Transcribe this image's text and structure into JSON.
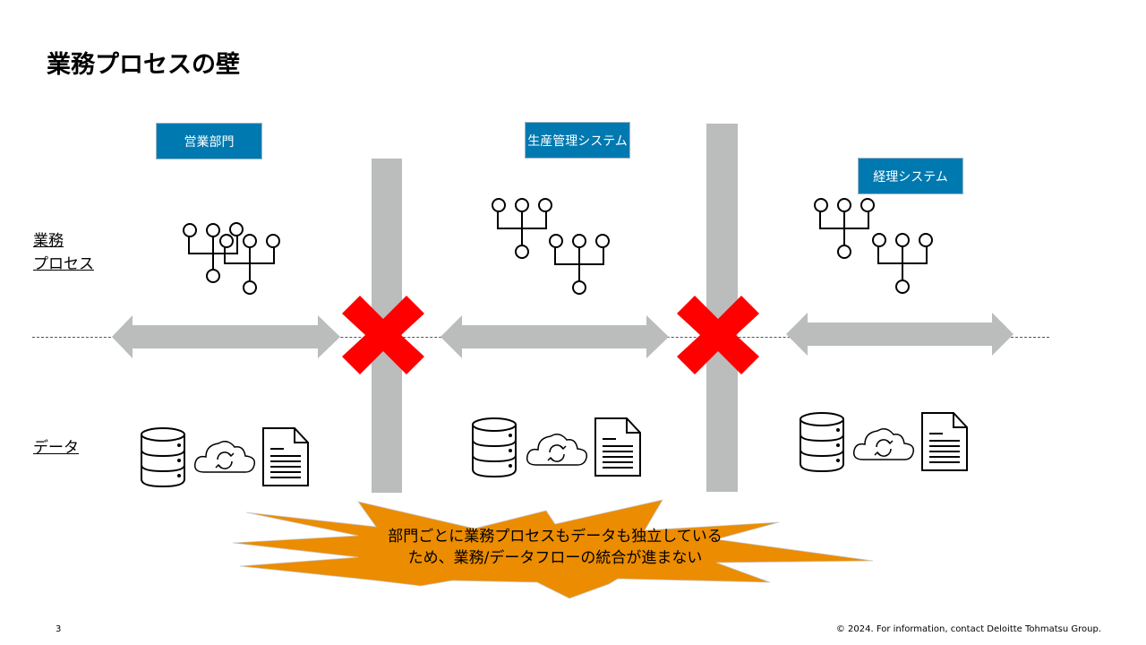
{
  "slide": {
    "title": "業務プロセスの壁",
    "page_number": "3",
    "copyright": "© 2024. For information, contact Deloitte Tohmatsu Group."
  },
  "row_labels": {
    "process_line1": "業務",
    "process_line2": "プロセス",
    "data": "データ"
  },
  "departments": [
    {
      "label": "営業部門"
    },
    {
      "label": "生産管理システム"
    },
    {
      "label": "経理システム"
    }
  ],
  "callout": {
    "line1": "部門ごとに業務プロセスもデータも独立している",
    "line2": "ため、業務/データフローの統合が進まない"
  },
  "icons": {
    "process": "org-tree-icon",
    "database": "database-icon",
    "cloud": "cloud-sync-icon",
    "document": "document-icon",
    "blocked": "red-x-icon",
    "flow": "double-arrow-icon"
  },
  "colors": {
    "dept_label_bg": "#0079b0",
    "wall": "#bbbcbc",
    "arrow": "#bbbcbc",
    "blocked_x": "#ff0000",
    "callout_fill": "#ec8c00"
  }
}
